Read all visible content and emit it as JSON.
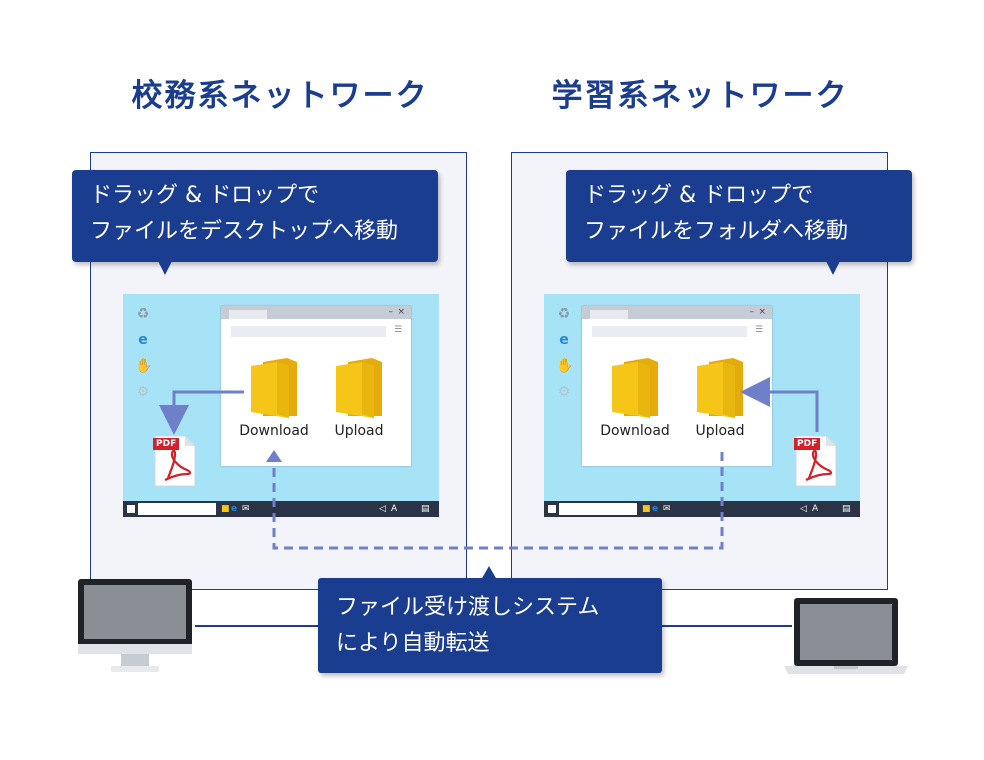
{
  "left_network": {
    "title": "校務系ネットワーク",
    "callout": {
      "line1": "ドラッグ & ドロップで",
      "line2": "ファイルをデスクトップへ移動"
    },
    "folders": {
      "download": "Download",
      "upload": "Upload"
    },
    "pdf_label": "PDF",
    "device": "desktop-monitor"
  },
  "right_network": {
    "title": "学習系ネットワーク",
    "callout": {
      "line1": "ドラッグ & ドロップで",
      "line2": "ファイルをフォルダへ移動"
    },
    "folders": {
      "download": "Download",
      "upload": "Upload"
    },
    "pdf_label": "PDF",
    "device": "laptop"
  },
  "transfer": {
    "line1": "ファイル受け渡しシステム",
    "line2": "により自動転送"
  },
  "taskbar": {
    "ime": "A"
  },
  "window_controls": {
    "minimize": "–",
    "close": "×"
  },
  "colors": {
    "navy": "#1a3d8f",
    "desktop_bg": "#a7e3f7",
    "folder": "#f5c518",
    "folder_dark": "#e4ab0b",
    "arrow": "#6f7fc9",
    "pdf_red": "#d5202a",
    "panel_bg": "#f3f4f9"
  }
}
